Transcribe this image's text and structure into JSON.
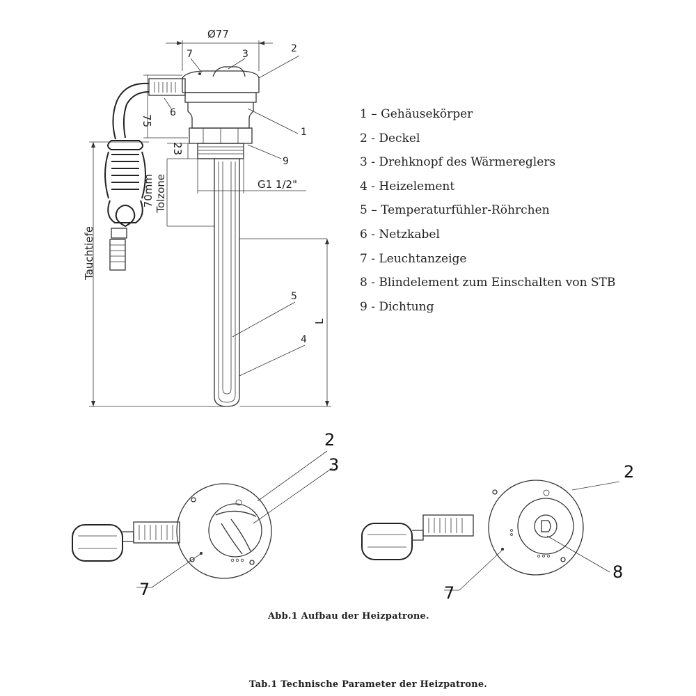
{
  "legend": [
    "1 – Gehäusekörper",
    "2 - Deckel",
    "3 - Drehknopf des Wärmereglers",
    "4 - Heizelement",
    "5 – Temperaturfühler-Röhrchen",
    "6 - Netzkabel",
    "7 - Leuchtanzeige",
    "8 - Blindelement zum Einschalten von STB",
    "9 - Dichtung"
  ],
  "dimensions": {
    "diameter": "Ø77",
    "height_top": "75",
    "height_thread": "23",
    "thread": "G1 1/2\"",
    "cold_zone_value": "70mm",
    "cold_zone_label": "Tolzone",
    "immersion_depth": "Tauchtiefe",
    "length": "L"
  },
  "callouts": {
    "side": {
      "c1": "1",
      "c2": "2",
      "c3": "3",
      "c4": "4",
      "c5": "5",
      "c6": "6",
      "c7": "7",
      "c9": "9"
    },
    "top_left": {
      "c2": "2",
      "c3": "3",
      "c7": "7"
    },
    "top_right": {
      "c2": "2",
      "c7": "7",
      "c8": "8"
    }
  },
  "captions": {
    "figure": "Abb.1 Aufbau der Heizpatrone.",
    "table": "Tab.1 Technische Parameter der Heizpatrone."
  }
}
